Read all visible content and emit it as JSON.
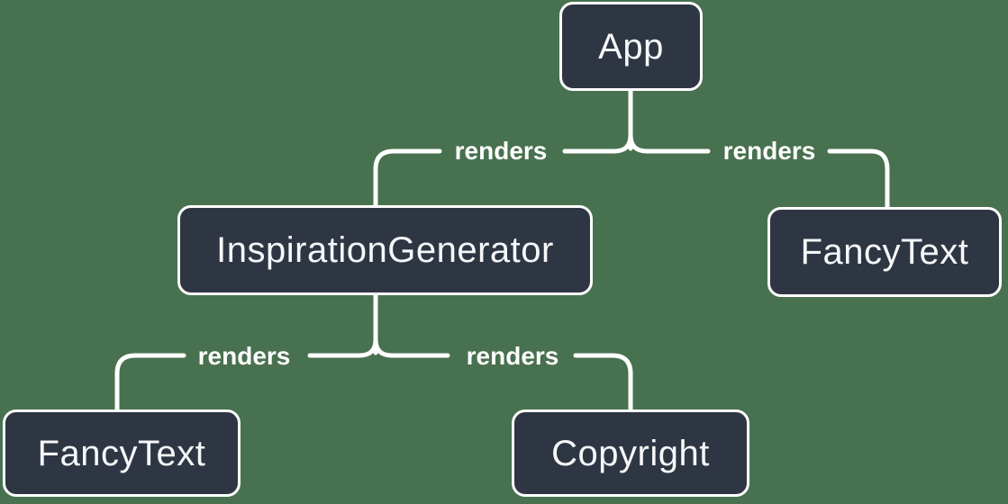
{
  "colors": {
    "background": "#48714F",
    "node_fill": "#2F3643",
    "node_border": "#FFFFFF",
    "node_text": "#F6F7F9",
    "edge_line": "#FFFFFF",
    "edge_label_text": "#FFFFFF"
  },
  "nodes": [
    {
      "id": "app",
      "label": "App"
    },
    {
      "id": "inspiration-generator",
      "label": "InspirationGenerator"
    },
    {
      "id": "fancy-text-top",
      "label": "FancyText"
    },
    {
      "id": "fancy-text-bottom",
      "label": "FancyText"
    },
    {
      "id": "copyright",
      "label": "Copyright"
    }
  ],
  "edges": [
    {
      "from": "App",
      "to": "InspirationGenerator",
      "label": "renders"
    },
    {
      "from": "App",
      "to": "FancyText",
      "label": "renders"
    },
    {
      "from": "InspirationGenerator",
      "to": "FancyText",
      "label": "renders"
    },
    {
      "from": "InspirationGenerator",
      "to": "Copyright",
      "label": "renders"
    }
  ]
}
